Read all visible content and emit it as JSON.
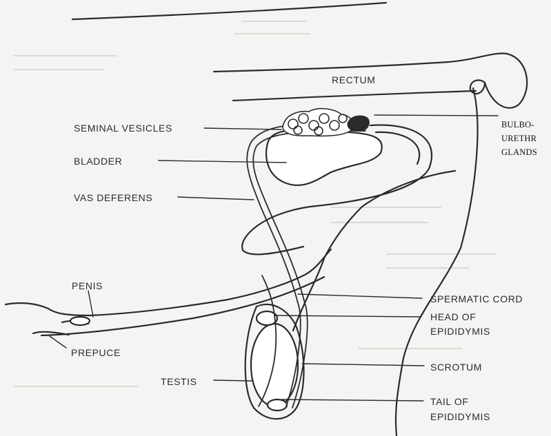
{
  "labels": {
    "rectum": "RECTUM",
    "seminal_vesicles": "SEMINAL VESICLES",
    "bladder": "BLADDER",
    "vas_deferens": "VAS DEFERENS",
    "penis": "PENIS",
    "prepuce": "PREPUCE",
    "testis": "TESTIS",
    "spermatic_cord": "SPERMATIC CORD",
    "head_of_epididymis": [
      "HEAD OF",
      "EPIDIDYMIS"
    ],
    "scrotum": "SCROTUM",
    "tail_of_epididymis": [
      "TAIL OF",
      "EPIDIDYMIS"
    ],
    "bulbourethral_glands": [
      "BULBO-",
      "URETHR",
      "GLANDS"
    ]
  },
  "colors": {
    "paper": "#f4f4f2",
    "ink": "#2a2a2a",
    "tissue": "#ffffff"
  }
}
